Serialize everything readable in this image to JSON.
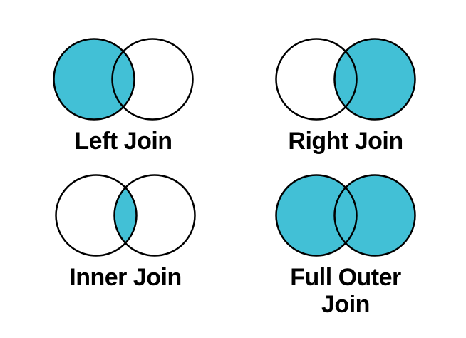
{
  "colors": {
    "accent": "#42c0d6",
    "outline": "#000000",
    "empty": "#ffffff",
    "background": "#ffffff"
  },
  "diagrams": [
    {
      "id": "left-join",
      "label": "Left Join",
      "included_regions": [
        "left",
        "intersection"
      ],
      "left_fill": "#42c0d6",
      "right_fill": "#ffffff",
      "intersection_fill": "#42c0d6"
    },
    {
      "id": "right-join",
      "label": "Right Join",
      "included_regions": [
        "intersection",
        "right"
      ],
      "left_fill": "#ffffff",
      "right_fill": "#42c0d6",
      "intersection_fill": "#42c0d6"
    },
    {
      "id": "inner-join",
      "label": "Inner Join",
      "included_regions": [
        "intersection"
      ],
      "left_fill": "#ffffff",
      "right_fill": "#ffffff",
      "intersection_fill": "#42c0d6"
    },
    {
      "id": "full-outer-join",
      "label": "Full Outer Join",
      "included_regions": [
        "left",
        "intersection",
        "right"
      ],
      "left_fill": "#42c0d6",
      "right_fill": "#42c0d6",
      "intersection_fill": "#42c0d6"
    }
  ]
}
